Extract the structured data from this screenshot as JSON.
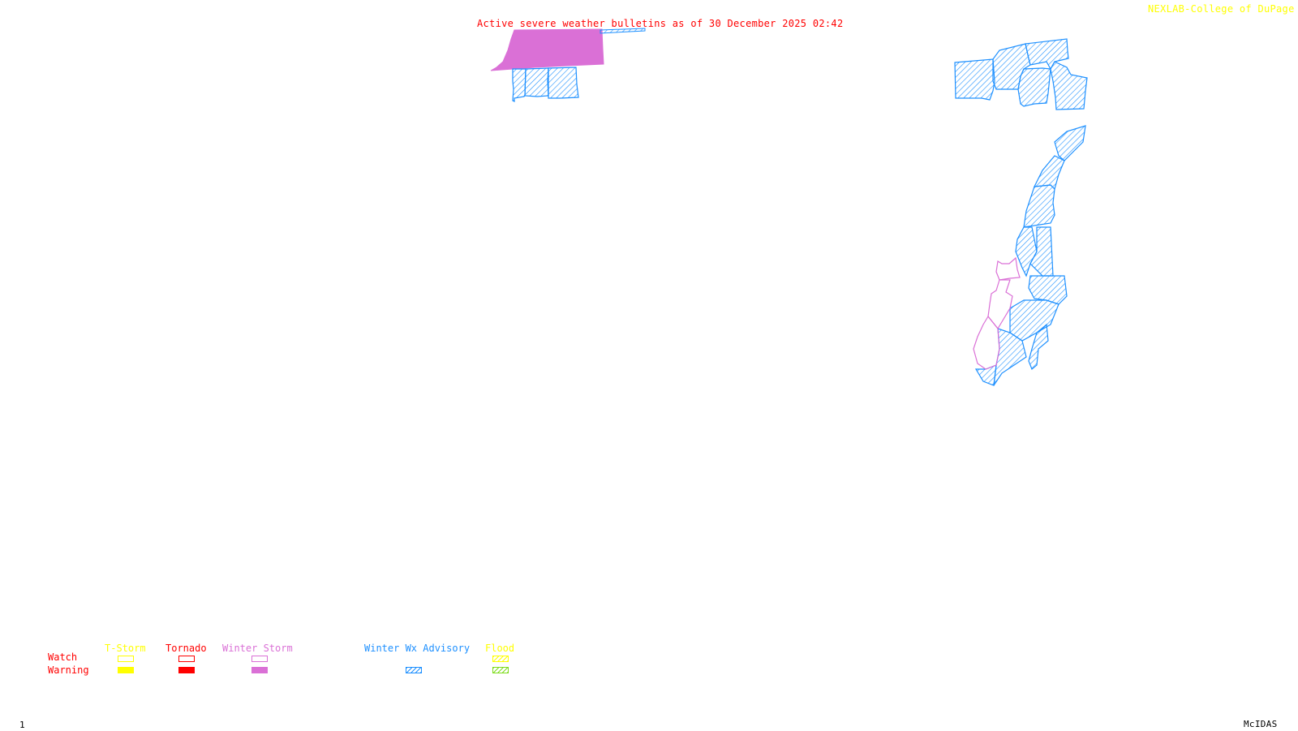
{
  "header": {
    "title": "Active severe weather bulletins as of 30 December 2025 02:42",
    "credit": "NEXLAB-College of DuPage",
    "credit_icon": "nexlab-logo-icon"
  },
  "footer": {
    "frame_number": "1",
    "software": "McIDAS"
  },
  "colors": {
    "title": "#ff0000",
    "credit": "#ffff00",
    "tstorm": "#ffff00",
    "tornado": "#ff0000",
    "winter_storm": "#da70d6",
    "winter_wx_advisory": "#1e90ff",
    "flood_watch": "#ffff00",
    "flood_warning": "#7fdc1e",
    "row_labels": "#ff0000"
  },
  "legend": {
    "rows": [
      "Watch",
      "Warning"
    ],
    "categories": [
      {
        "name": "T-Storm",
        "watch": "outline",
        "warning": "filled"
      },
      {
        "name": "Tornado",
        "watch": "outline",
        "warning": "filled"
      },
      {
        "name": "Winter Storm",
        "watch": "outline",
        "warning": "filled"
      },
      {
        "name": "Winter Wx Advisory",
        "watch": "none",
        "warning": "hatched"
      },
      {
        "name": "Flood",
        "watch": "hatched",
        "warning": "hatched"
      }
    ]
  },
  "map": {
    "active_alerts": [
      {
        "type": "Winter Storm Warning",
        "style": "filled",
        "region": "north-central"
      },
      {
        "type": "Winter Wx Advisory",
        "style": "hatched",
        "region": "north-central"
      },
      {
        "type": "Winter Wx Advisory",
        "style": "hatched",
        "region": "northeast"
      },
      {
        "type": "Winter Wx Advisory",
        "style": "hatched",
        "region": "east"
      },
      {
        "type": "Winter Storm Watch",
        "style": "outline",
        "region": "east"
      }
    ]
  }
}
